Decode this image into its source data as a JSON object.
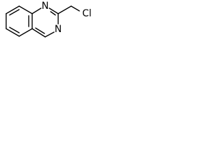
{
  "molecule": {
    "atoms": {
      "n1": "N",
      "n3": "N",
      "cl": "Cl"
    }
  },
  "colors": {
    "bond": "#000000",
    "label": "#000000",
    "background": "#ffffff"
  }
}
